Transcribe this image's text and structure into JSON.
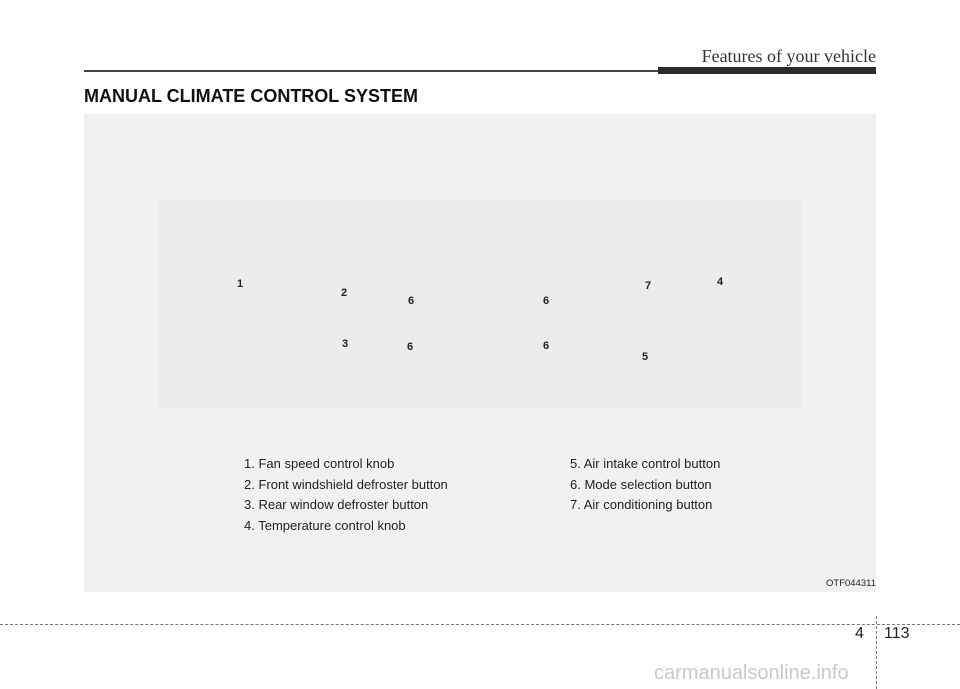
{
  "header": {
    "title": "Features of your vehicle"
  },
  "section": {
    "title": "MANUAL CLIMATE CONTROL SYSTEM"
  },
  "figure": {
    "callouts": [
      "1",
      "2",
      "6",
      "6",
      "7",
      "4",
      "3",
      "6",
      "6",
      "5"
    ],
    "code": "OTF044311"
  },
  "legend": {
    "left": [
      "1. Fan speed control knob",
      "2. Front windshield defroster button",
      "3. Rear window defroster button",
      "4. Temperature control knob"
    ],
    "right": [
      "5. Air intake control button",
      "6. Mode selection button",
      "7. Air conditioning button"
    ]
  },
  "footer": {
    "section_number": "4",
    "page_number": "113",
    "watermark": "carmanualsonline.info"
  }
}
